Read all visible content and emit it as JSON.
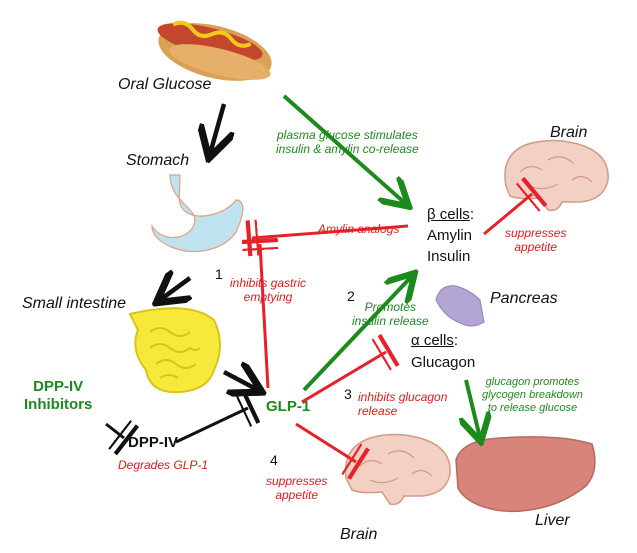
{
  "labels": {
    "oral_glucose": "Oral Glucose",
    "stomach": "Stomach",
    "small_intestine": "Small intestine",
    "brain_top": "Brain",
    "brain_bottom": "Brain",
    "pancreas": "Pancreas",
    "liver": "Liver",
    "dpp4_inhibitors_line1": "DPP-IV",
    "dpp4_inhibitors_line2": "Inhibitors",
    "dpp4": "DPP-IV",
    "glp1": "GLP-1",
    "beta_cells": "β cells",
    "beta_colon": ":",
    "amylin": "Amylin",
    "insulin": "Insulin",
    "alpha_cells": "α cells",
    "alpha_colon": ":",
    "glucagon": "Glucagon"
  },
  "numbers": {
    "n1": "1",
    "n2": "2",
    "n3": "3",
    "n4": "4"
  },
  "annotations": {
    "plasma_glucose_l1": "plasma glucose stimulates",
    "plasma_glucose_l2": "insulin & amylin co-release",
    "amylin_analogs": "Amylin analogs",
    "inhibits_gastric_l1": "inhibits gastric",
    "inhibits_gastric_l2": "emptying",
    "suppresses_top_l1": "suppresses",
    "suppresses_top_l2": "appetite",
    "promotes_insulin_l1": "Promotes",
    "promotes_insulin_l2": "insulin release",
    "inhibits_glucagon_l1": "inhibits glucagon",
    "inhibits_glucagon_l2": "release",
    "glucagon_promotes_l1": "glucagon promotes",
    "glucagon_promotes_l2": "glycogen breakdown",
    "glucagon_promotes_l3": "to release glucose",
    "degrades_glp1": "Degrades GLP-1",
    "suppresses_bottom_l1": "suppresses",
    "suppresses_bottom_l2": "appetite"
  },
  "colors": {
    "black_arrow": "#111111",
    "green_arrow": "#1d8a1d",
    "red_inhibit": "#e8202a",
    "stomach_fill": "#bfe3ee",
    "intestine_fill": "#f7e93a",
    "brain_fill": "#f3d0c4",
    "pancreas_fill": "#b3a6d4",
    "liver_fill": "#d9847a"
  },
  "icons": [
    "hotdog-icon",
    "stomach-icon",
    "small-intestine-icon",
    "brain-icon",
    "pancreas-icon",
    "liver-icon"
  ]
}
